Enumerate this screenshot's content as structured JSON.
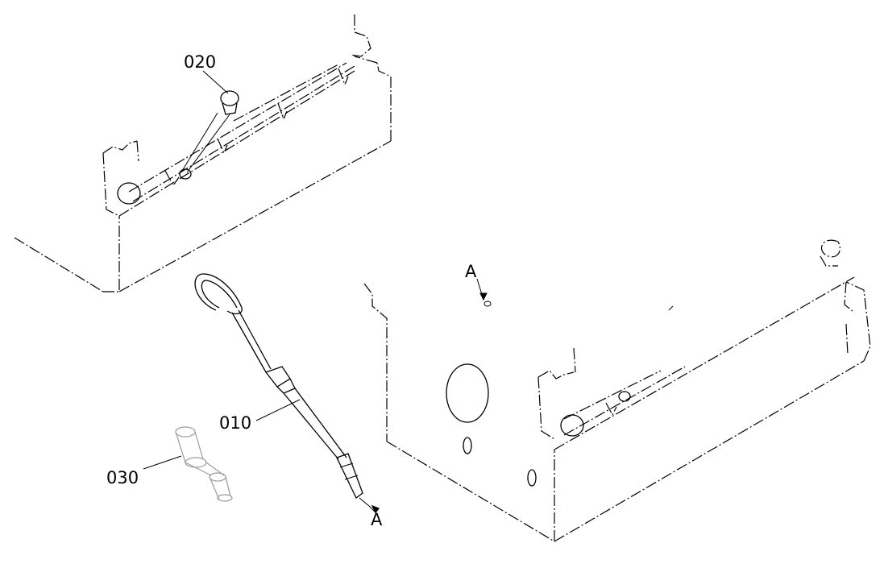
{
  "callouts": {
    "part_020": "020",
    "part_010": "010",
    "part_030": "030",
    "view_a_top": "A",
    "view_a_bottom": "A"
  }
}
